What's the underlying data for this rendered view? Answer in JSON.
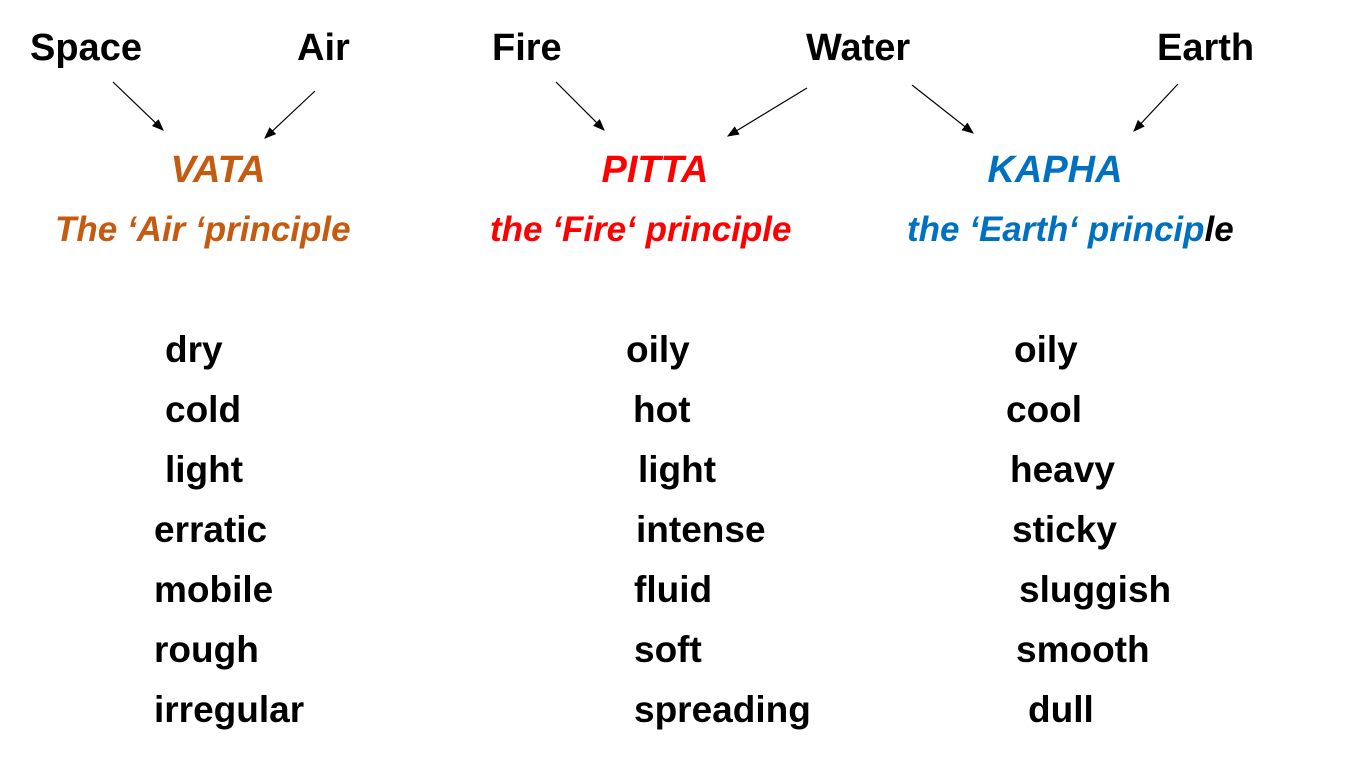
{
  "elements": [
    "Space",
    "Air",
    "Fire",
    "Water",
    "Earth"
  ],
  "colors": {
    "vata": "#C55A11",
    "pitta": "#FF0000",
    "kapha": "#0070C0"
  },
  "doshas": [
    {
      "name": "VATA",
      "subtitle": "The ‘Air ‘principle",
      "qualities": [
        "dry",
        "cold",
        "light",
        "erratic",
        "mobile",
        "rough",
        "irregular"
      ]
    },
    {
      "name": "PITTA",
      "subtitle": "the ‘Fire‘ principle",
      "qualities": [
        "oily",
        "hot",
        "light",
        "intense",
        "fluid",
        "soft",
        "spreading"
      ]
    },
    {
      "name": "KAPHA",
      "subtitle_main": "the ‘Earth‘ princip",
      "subtitle_end": "le",
      "qualities": [
        "oily",
        "cool",
        "heavy",
        "sticky",
        "sluggish",
        "smooth",
        "dull"
      ]
    }
  ]
}
